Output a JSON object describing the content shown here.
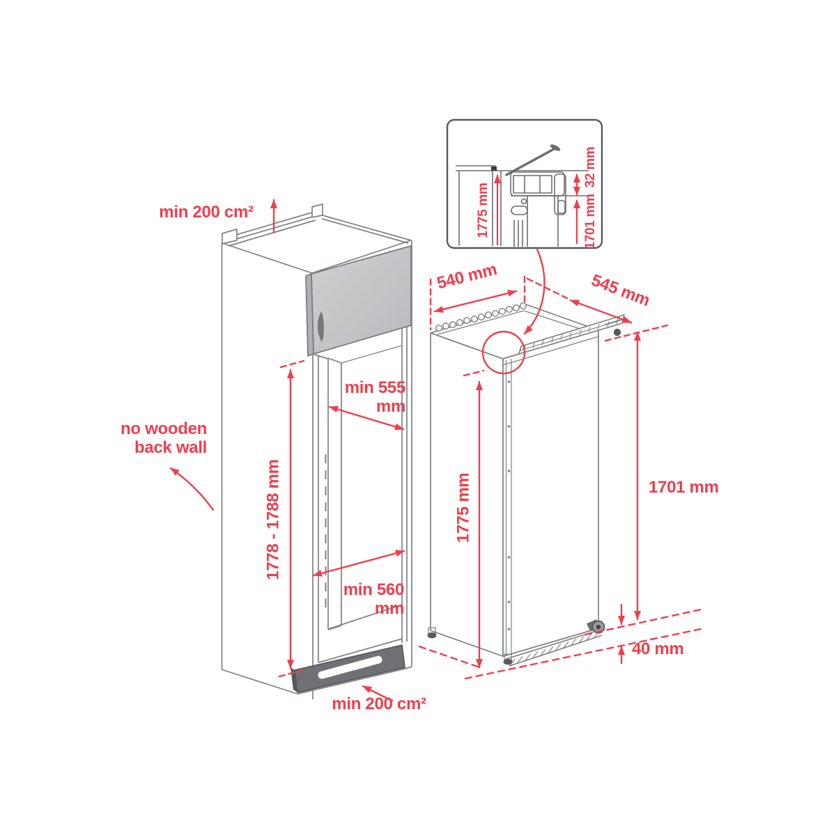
{
  "diagram": {
    "type": "built-in refrigerator installation dimensions",
    "colors": {
      "dimension_red": "#ef3e4c",
      "line_gray": "#7e8083",
      "dark_gray": "#58595b",
      "door_panel_gray": "#c6c7c9",
      "plinth_gray": "#6f7174",
      "background": "#ffffff"
    },
    "cabinet": {
      "top_ventilation": "min 200 cm²",
      "back_wall_note_line1": "no wooden",
      "back_wall_note_line2": "back wall",
      "niche_width_line1": "min 555",
      "niche_width_line2": "mm",
      "niche_height": "1778 - 1788 mm",
      "niche_depth_line1": "min 560",
      "niche_depth_line2": "mm",
      "bottom_ventilation": "min 200 cm²"
    },
    "appliance": {
      "top_depth": "540 mm",
      "total_depth": "545 mm",
      "appliance_height": "1775 mm",
      "door_height": "1701 mm",
      "bottom_clearance": "40 mm"
    },
    "hinge_detail_inset": {
      "appliance_height": "1775 mm",
      "top_gap": "32 mm",
      "door_height": "1701 mm"
    }
  }
}
